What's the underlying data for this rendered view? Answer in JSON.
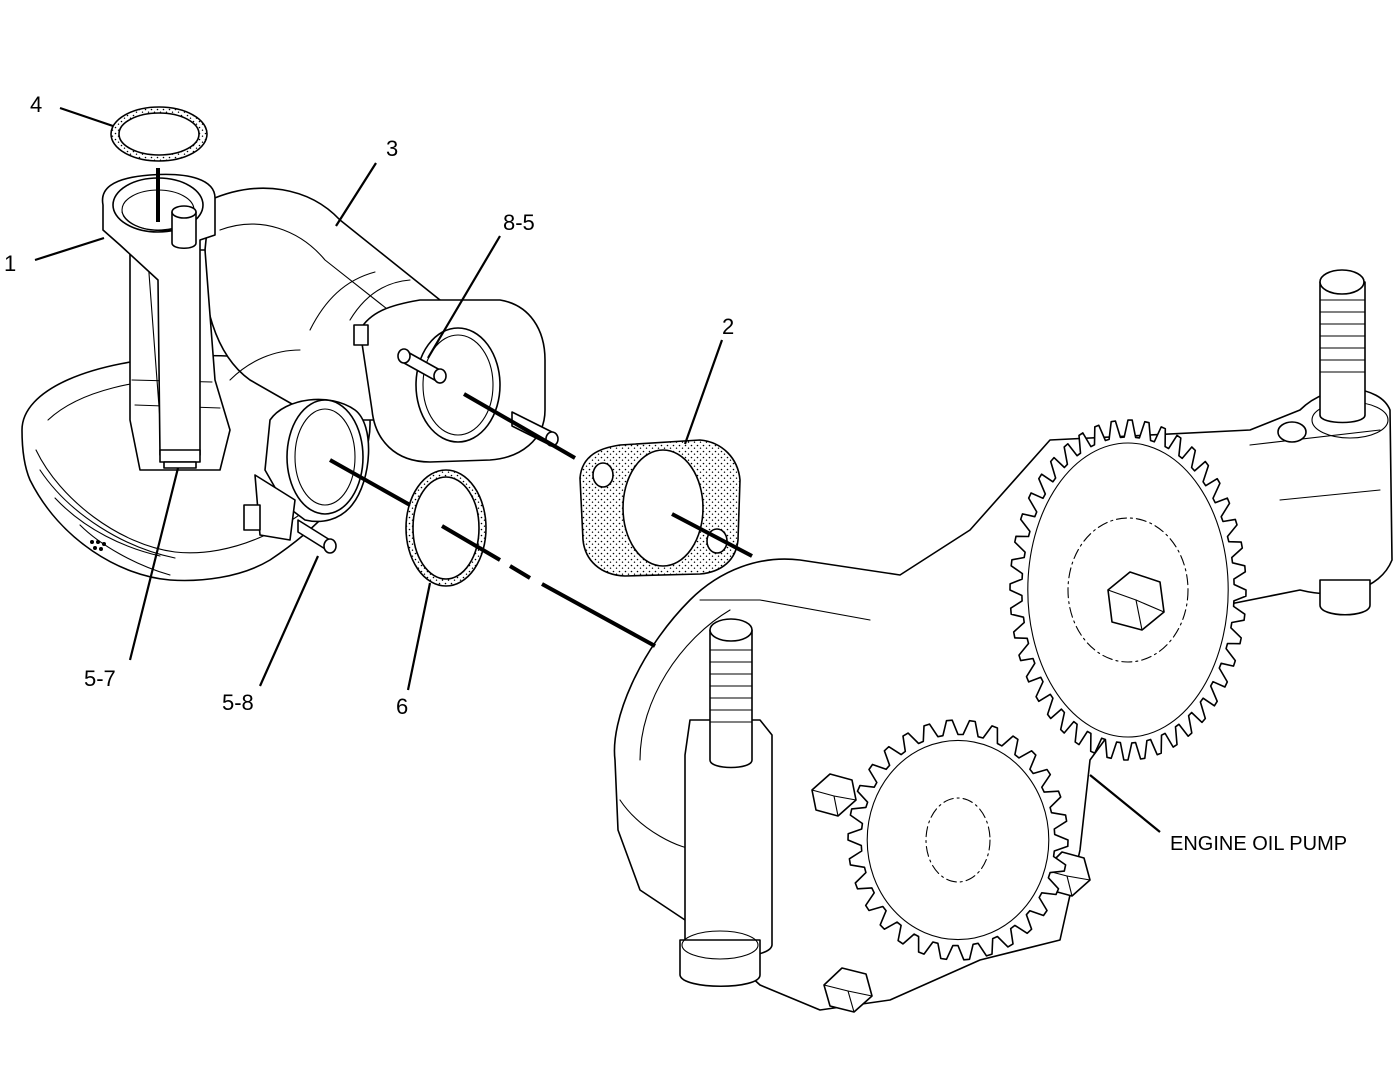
{
  "callouts": {
    "c1": "1",
    "c2": "2",
    "c3": "3",
    "c4": "4",
    "c6": "6",
    "c85": "8-5",
    "c57": "5-7",
    "c58": "5-8",
    "pump": "ENGINE OIL PUMP"
  },
  "stroke_color": "#000000",
  "background_color": "#ffffff"
}
